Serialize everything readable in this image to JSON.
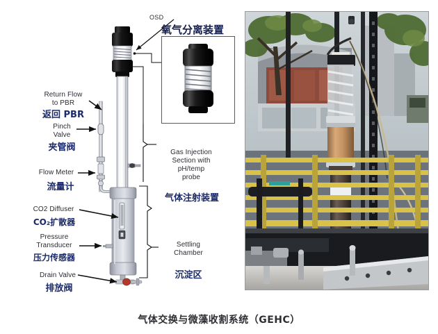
{
  "figure": {
    "caption": "气体交换与微藻收割系统（GEHC）",
    "inset": {
      "tag": "OSD",
      "cn_title": "氧气分离装置"
    },
    "left_labels": [
      {
        "en": "Return Flow\nto PBR",
        "cn": "返回 PBR"
      },
      {
        "en": "Pinch\nValve",
        "cn": "夹管阀"
      },
      {
        "en": "Flow Meter",
        "cn": "流量计"
      },
      {
        "en": "CO2 Diffuser",
        "cn": "CO₂扩散器"
      },
      {
        "en": "Pressure\nTransducer",
        "cn": "压力传感器"
      },
      {
        "en": "Drain Valve",
        "cn": "排放阀"
      }
    ],
    "right_labels": [
      {
        "en": "Gas Injection\nSection with\npH/temp\nprobe",
        "cn": "气体注射装置"
      },
      {
        "en": "Settling\nChamber",
        "cn": "沉淀区"
      }
    ],
    "colors": {
      "cn_text": "#1b2a6b",
      "en_text": "#2b2b33",
      "caption_text": "#2e2e33",
      "line": "#1a1a1a",
      "photo_border": "#9a9a9a"
    }
  }
}
